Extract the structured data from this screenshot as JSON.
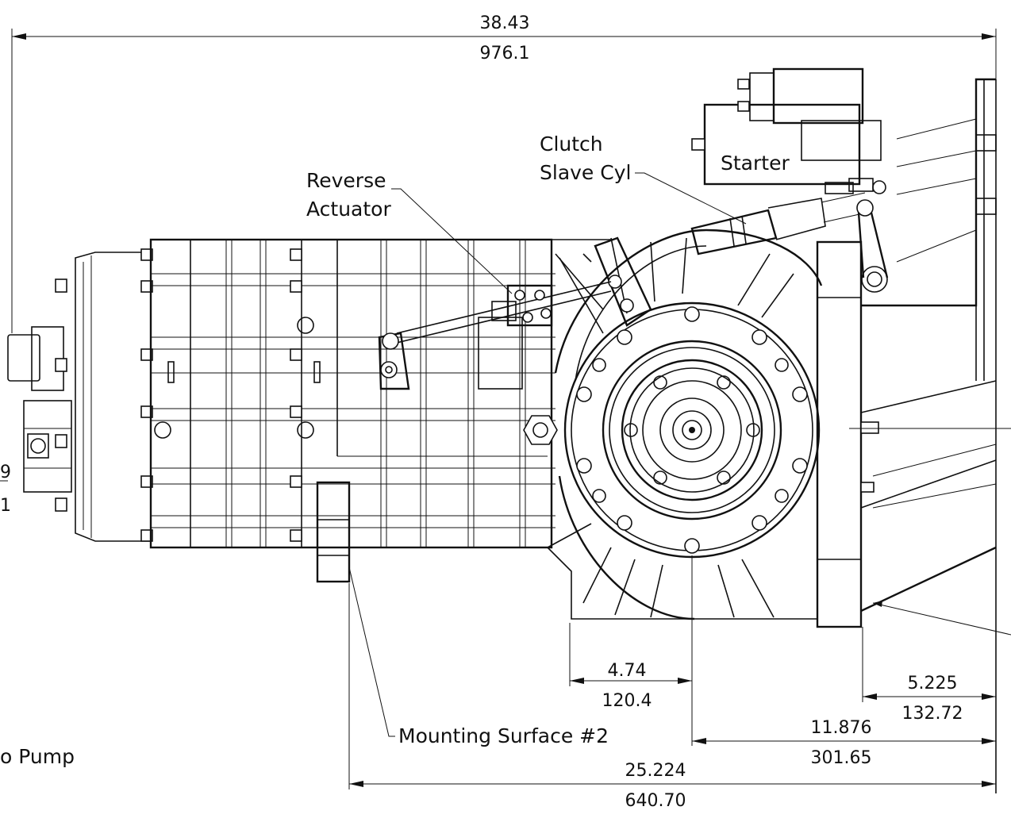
{
  "labels": {
    "clutch_slave_line1": "Clutch",
    "clutch_slave_line2": "Slave Cyl",
    "reverse_line1": "Reverse",
    "reverse_line2": "Actuator",
    "starter": "Starter",
    "mounting_surface": "Mounting Surface #2",
    "pump_fragment": "o Pump"
  },
  "dimensions": {
    "overall_length": {
      "inch": "38.43",
      "mm": "976.1"
    },
    "mount_offset": {
      "inch": "4.74",
      "mm": "120.4"
    },
    "flange_offset": {
      "inch": "5.225",
      "mm": "132.72"
    },
    "axle_to_face": {
      "inch": "11.876",
      "mm": "301.65"
    },
    "mount2_to_face": {
      "inch": "25.224",
      "mm": "640.70"
    },
    "left_fragment": {
      "inch": "9",
      "mm": "1"
    }
  },
  "colors": {
    "line": "#111111",
    "background": "#ffffff"
  }
}
